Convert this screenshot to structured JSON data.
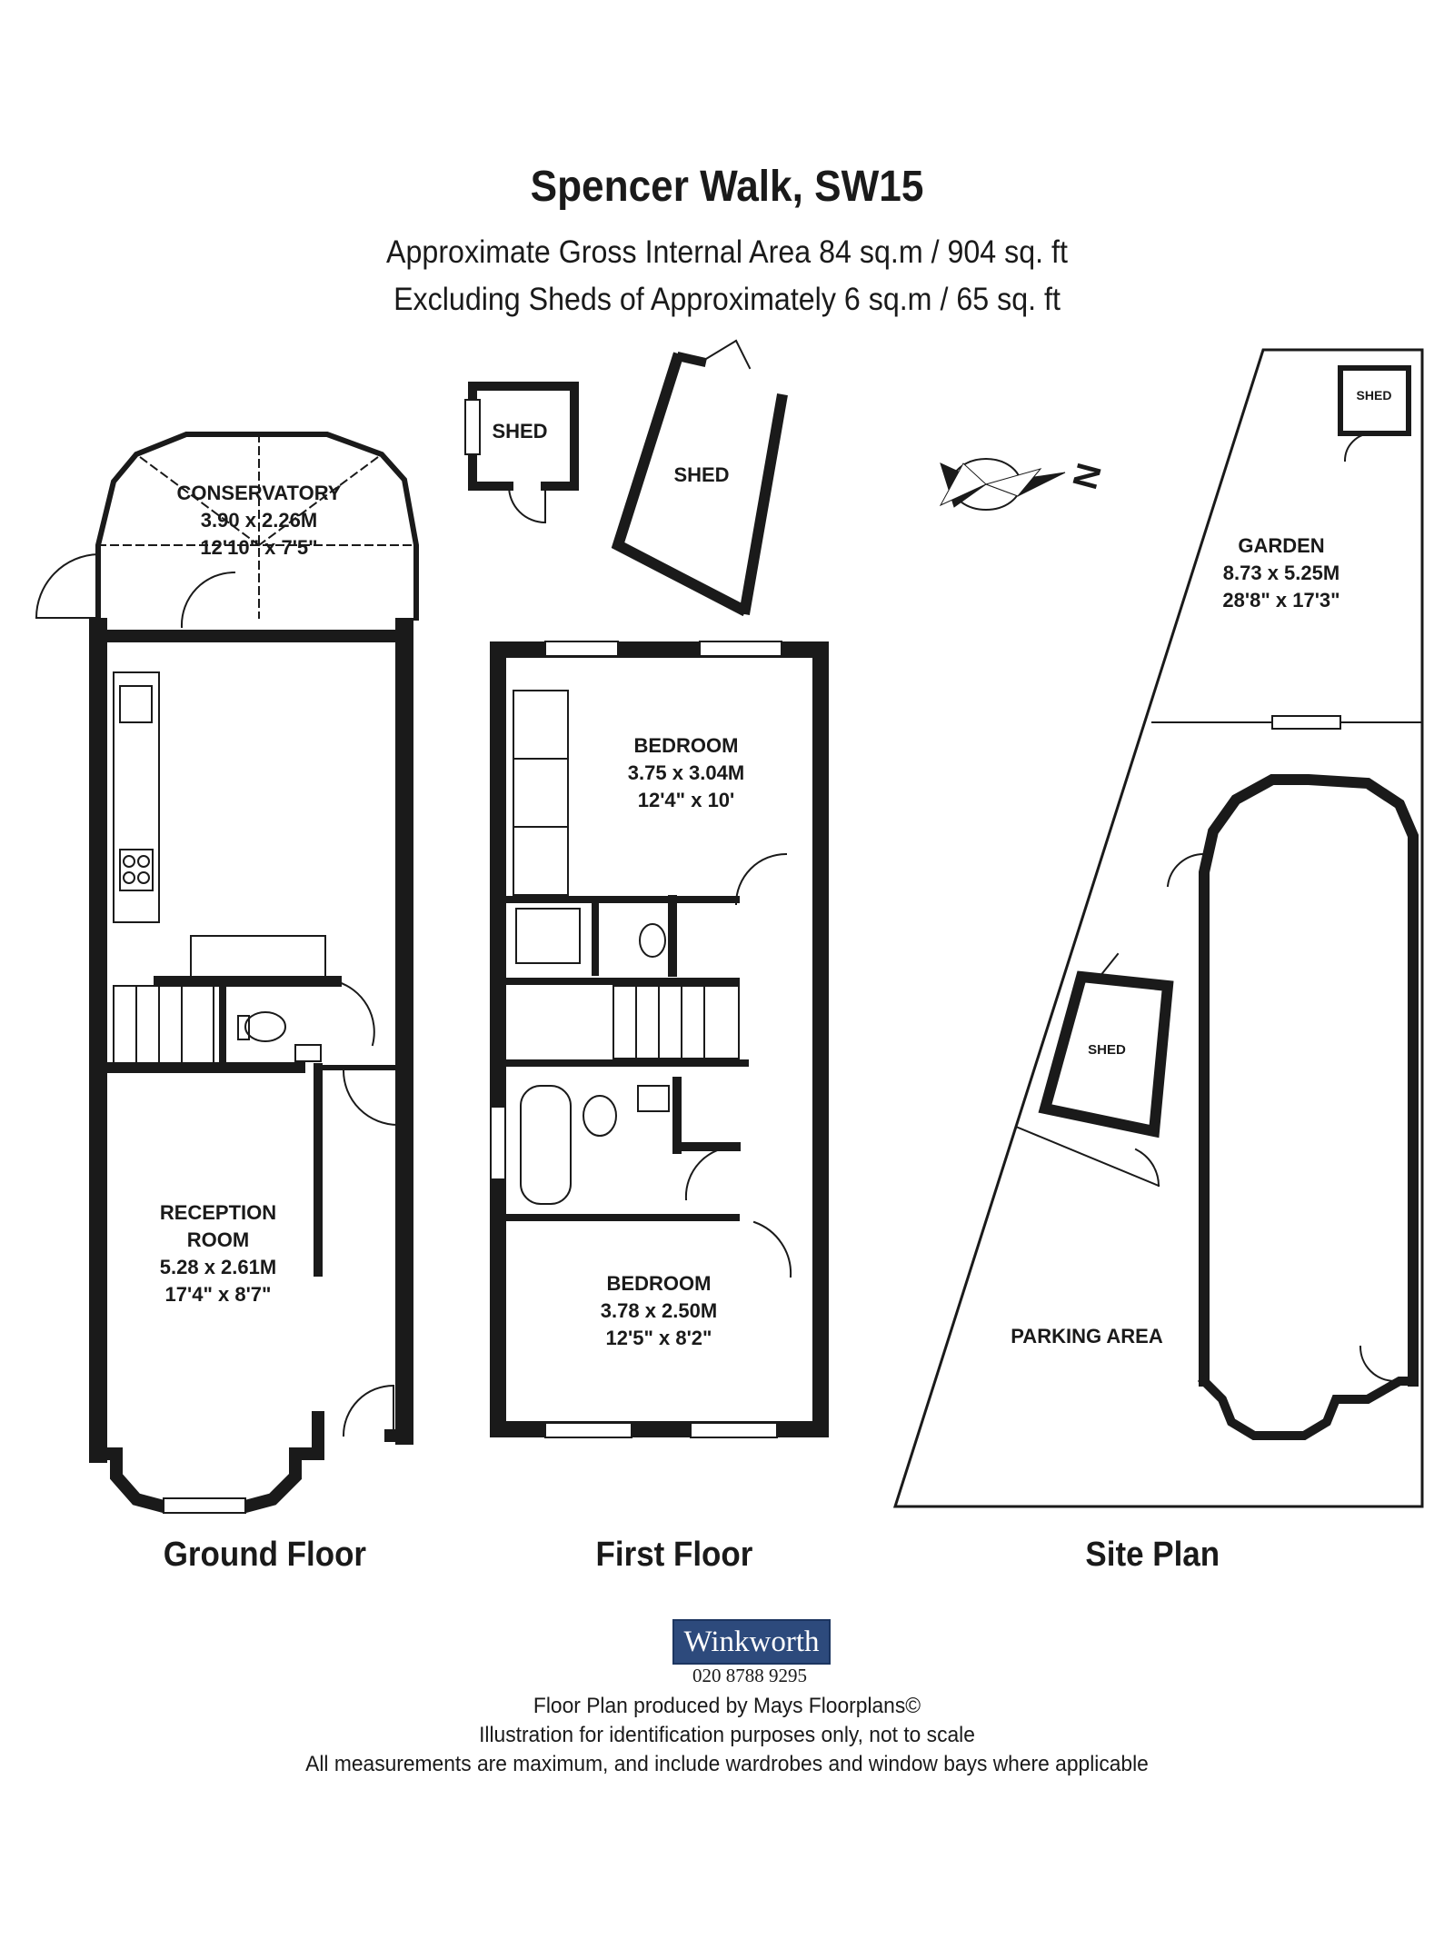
{
  "header": {
    "title": "Spencer Walk, SW15",
    "area_line": "Approximate Gross Internal Area 84 sq.m  /  904 sq. ft",
    "shed_line": "Excluding Sheds of Approximately 6 sq.m  /  65 sq. ft"
  },
  "floors": {
    "ground": "Ground Floor",
    "first": "First Floor",
    "site": "Site Plan"
  },
  "rooms": {
    "conservatory": {
      "name": "CONSERVATORY",
      "metric": "3.90 x 2.26M",
      "imperial": "12'10\" x 7'5\""
    },
    "reception": {
      "name1": "RECEPTION",
      "name2": "ROOM",
      "metric": "5.28 x 2.61M",
      "imperial": "17'4\" x 8'7\""
    },
    "bedroom1": {
      "name": "BEDROOM",
      "metric": "3.75 x 3.04M",
      "imperial": "12'4\" x 10'"
    },
    "bedroom2": {
      "name": "BEDROOM",
      "metric": "3.78 x 2.50M",
      "imperial": "12'5\" x 8'2\""
    },
    "garden": {
      "name": "GARDEN",
      "metric": "8.73 x 5.25M",
      "imperial": "28'8\" x 17'3\""
    },
    "parking": {
      "name": "PARKING AREA"
    },
    "shed": "SHED"
  },
  "compass": {
    "north": "N"
  },
  "agent": {
    "logo_text": "Winkworth",
    "phone": "020 8788 9295",
    "logo_color": "#2d4a7c"
  },
  "footer": {
    "line1": "Floor Plan produced by Mays Floorplans©",
    "line2": "Illustration for identification purposes only, not to scale",
    "line3": "All measurements are maximum, and include wardrobes and window bays where applicable"
  }
}
